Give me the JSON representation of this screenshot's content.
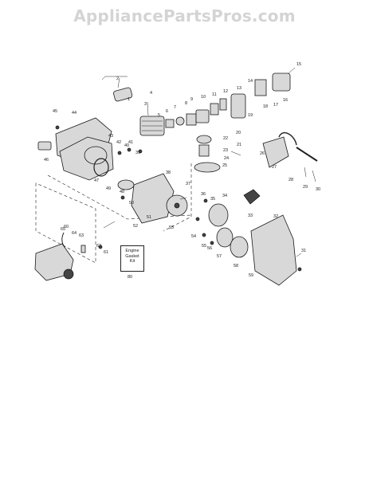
{
  "watermark": "AppliancePartsPros.com",
  "kit_label_lines": [
    "Engine",
    "Gasket",
    "Kit"
  ],
  "kit_number": "80",
  "callouts": [
    "1",
    "2",
    "3",
    "4",
    "5",
    "6",
    "7",
    "8",
    "9",
    "10",
    "11",
    "12",
    "13",
    "14",
    "15",
    "16",
    "17",
    "18",
    "19",
    "20",
    "21",
    "22",
    "23",
    "24",
    "25",
    "26",
    "27",
    "28",
    "29",
    "30",
    "31",
    "32",
    "33",
    "34",
    "35",
    "36",
    "37",
    "38",
    "39",
    "40",
    "41",
    "42",
    "43",
    "44",
    "45",
    "46",
    "47",
    "48",
    "49",
    "50",
    "51",
    "52",
    "53",
    "54",
    "55",
    "56",
    "57",
    "58",
    "59",
    "60",
    "61",
    "62",
    "63",
    "64",
    "65"
  ]
}
